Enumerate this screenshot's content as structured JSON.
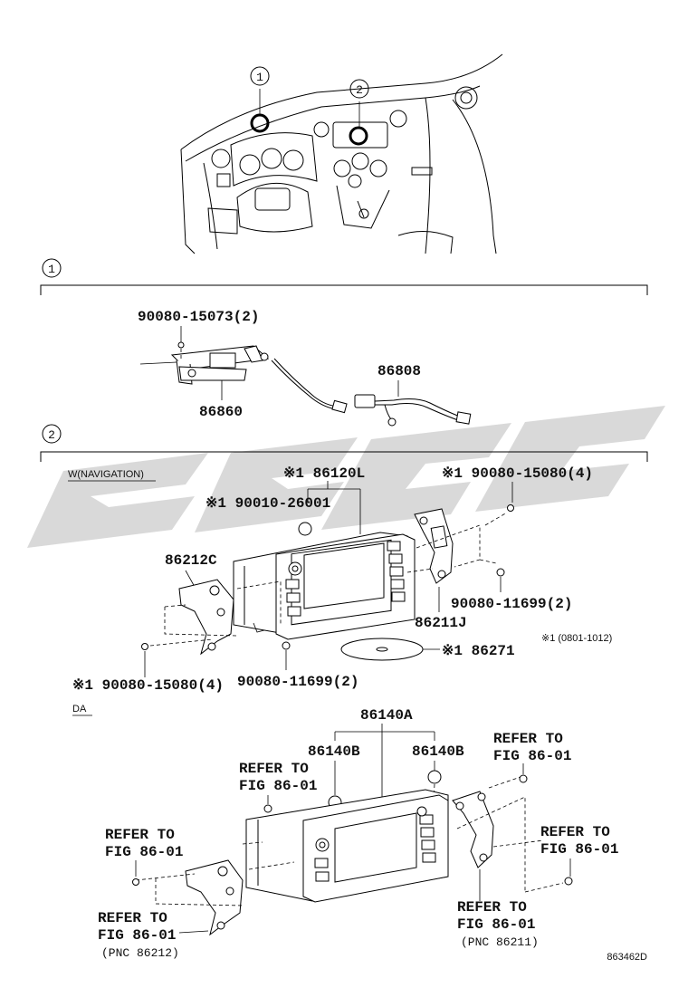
{
  "callouts": {
    "one": "1",
    "two": "2"
  },
  "section1": {
    "marker": "1",
    "labels": {
      "bolt": "90080-15073(2)",
      "bracket": "86860",
      "cable": "86808"
    }
  },
  "section2": {
    "marker": "2",
    "variant_nav": "W(NAVIGATION)",
    "labels": {
      "receiver": "※1 86120L",
      "screw_top": "※1 90010-26001",
      "bolt_top_right": "※1 90080-15080(4)",
      "bracket_left": "86212C",
      "bolt_right": "90080-11699(2)",
      "bracket_right": "86211J",
      "note": "※1 (0801-1012)",
      "disc": "※1 86271",
      "bolt_bottom_left": "※1 90080-15080(4)",
      "bolt_bottom_mid": "90080-11699(2)"
    }
  },
  "section3": {
    "variant_da": "DA",
    "labels": {
      "display": "86140A",
      "clip_left": "86140B",
      "clip_right": "86140B",
      "ref_top_left_1": "REFER TO",
      "ref_top_left_2": "FIG 86-01",
      "ref_top_right_1": "REFER TO",
      "ref_top_right_2": "FIG 86-01",
      "ref_left_1": "REFER TO",
      "ref_left_2": "FIG 86-01",
      "ref_right_1": "REFER TO",
      "ref_right_2": "FIG 86-01",
      "ref_bl_1": "REFER TO",
      "ref_bl_2": "FIG 86-01",
      "ref_bl_3": "(PNC 86212)",
      "ref_br_1": "REFER TO",
      "ref_br_2": "FIG 86-01",
      "ref_br_3": "(PNC 86211)"
    }
  },
  "diagram_id": "863462D"
}
